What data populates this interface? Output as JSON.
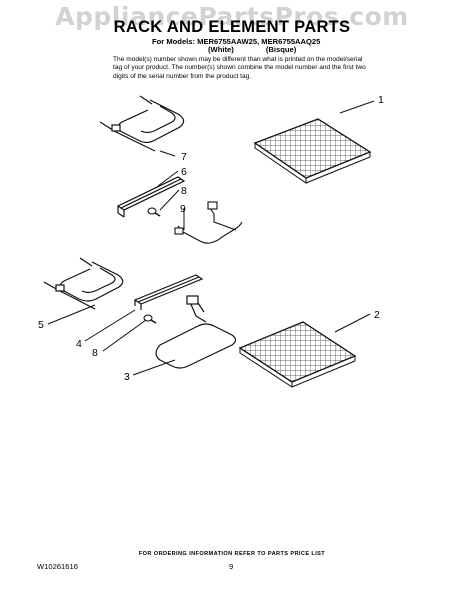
{
  "watermark": "AppliancePartsPros.com",
  "header": {
    "title": "RACK AND ELEMENT PARTS",
    "models_line": "For Models: MER6755AAW25, MER6755AAQ25",
    "variants": [
      "(White)",
      "(Bisque)"
    ],
    "note": "The model(s) number shown may be different than what is printed on the model/serial tag of your product. The number(s) shown combine the model number and the first two digits of the serial number from the product tag."
  },
  "callouts": {
    "rack_upper": "1",
    "rack_lower": "2",
    "bake_element": "3",
    "trim_strip_lower": "4",
    "broil_element_lower": "5",
    "trim_strip_upper": "6",
    "broil_element_upper": "7",
    "screw_upper": "8",
    "screw_lower": "8",
    "bake_element_upper": "9"
  },
  "footer": {
    "ordering_note": "FOR ORDERING INFORMATION REFER TO PARTS PRICE LIST",
    "doc_number": "W10261616",
    "page_number": "9"
  }
}
